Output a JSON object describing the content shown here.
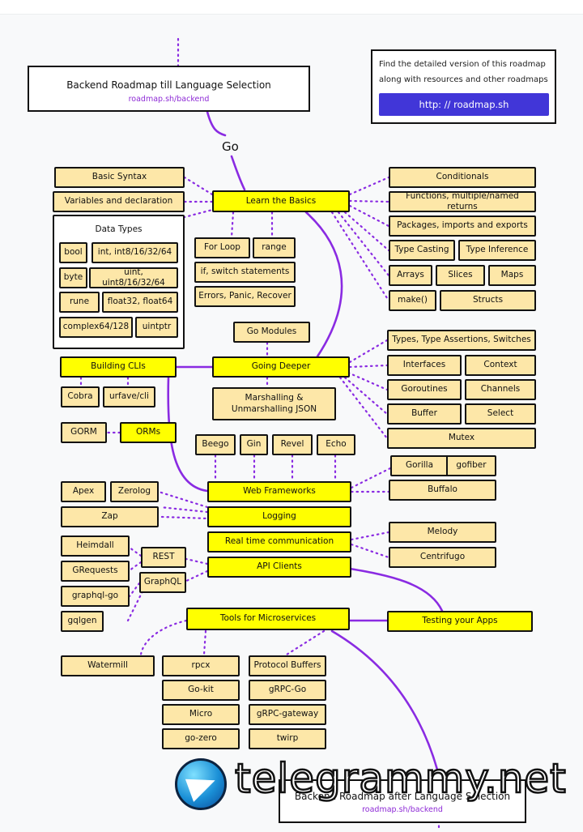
{
  "header": {
    "title": "Backend Roadmap till Language Selection",
    "link": "roadmap.sh/backend"
  },
  "go_label": "Go",
  "info_box": {
    "line1": "Find the detailed version of this roadmap",
    "line2": "along with resources and other roadmaps",
    "button": "http: // roadmap.sh"
  },
  "main_nodes": {
    "basics": "Learn the Basics",
    "going_deeper": "Going Deeper",
    "web_frameworks": "Web Frameworks",
    "logging": "Logging",
    "realtime": "Real time communication",
    "api_clients": "API Clients",
    "microservices": "Tools for Microservices",
    "testing": "Testing your Apps",
    "building_clis": "Building CLIs",
    "orms": "ORMs"
  },
  "basics_left": [
    "Basic Syntax",
    "Variables and declaration"
  ],
  "data_types": {
    "title": "Data Types",
    "items": [
      "bool",
      "int, int8/16/32/64",
      "byte",
      "uint, uint8/16/32/64",
      "rune",
      "float32, float64",
      "complex64/128",
      "uintptr"
    ]
  },
  "basics_below": [
    "For Loop",
    "range",
    "if, switch statements",
    "Errors, Panic, Recover"
  ],
  "basics_right": [
    "Conditionals",
    "Functions, multiple/named returns",
    "Packages, imports and exports",
    "Type Casting",
    "Type Inference",
    "Arrays",
    "Slices",
    "Maps",
    "make()",
    "Structs"
  ],
  "deeper_top": "Go Modules",
  "deeper_below": "Marshalling & Unmarshalling JSON",
  "deeper_right": [
    "Types, Type Assertions, Switches",
    "Interfaces",
    "Context",
    "Goroutines",
    "Channels",
    "Buffer",
    "Select",
    "Mutex"
  ],
  "cli_items": [
    "Cobra",
    "urfave/cli"
  ],
  "orm_items": [
    "GORM"
  ],
  "frameworks": [
    "Beego",
    "Gin",
    "Revel",
    "Echo",
    "Gorilla",
    "gofiber",
    "Buffalo"
  ],
  "logging_items": [
    "Apex",
    "Zerolog",
    "Zap"
  ],
  "realtime_items": [
    "Melody",
    "Centrifugo"
  ],
  "api_items": [
    "REST",
    "GraphQL",
    "Heimdall",
    "GRequests",
    "graphql-go",
    "gqlgen"
  ],
  "micro_items": [
    "Watermill",
    "rpcx",
    "Go-kit",
    "Micro",
    "go-zero",
    "Protocol Buffers",
    "gRPC-Go",
    "gRPC-gateway",
    "twirp"
  ],
  "footer": {
    "title": "Backend Roadmap after Language Selection",
    "link": "roadmap.sh/backend"
  },
  "watermark": {
    "text": "telegrammy.net",
    "icon": "telegram-plane-icon"
  },
  "colors": {
    "main_node": "#ffff00",
    "sub_node": "#fde7a8",
    "connector": "#8a2be2",
    "button": "#4136d8",
    "link": "#8e2bd6"
  }
}
